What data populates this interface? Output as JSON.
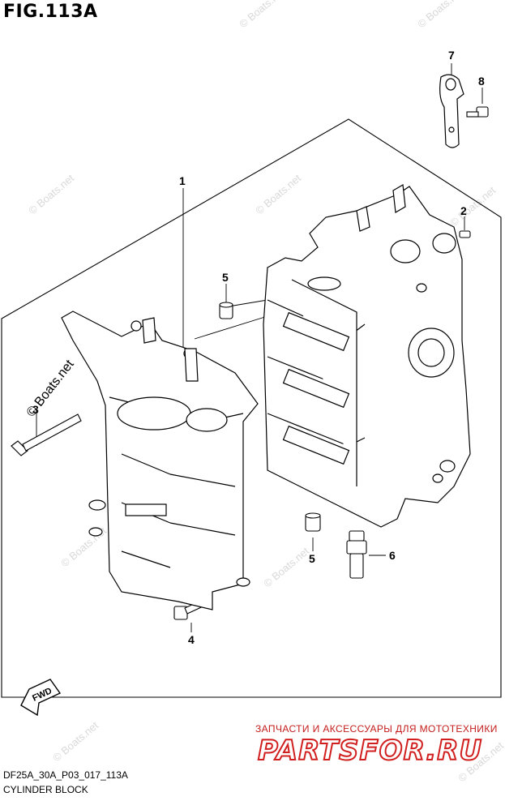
{
  "figure": {
    "title": "FIG.113A"
  },
  "callouts": [
    {
      "id": "callout-1",
      "label": "1"
    },
    {
      "id": "callout-2",
      "label": "2"
    },
    {
      "id": "callout-3",
      "label": "3"
    },
    {
      "id": "callout-4",
      "label": "4"
    },
    {
      "id": "callout-5a",
      "label": "5"
    },
    {
      "id": "callout-5b",
      "label": "5"
    },
    {
      "id": "callout-6",
      "label": "6"
    },
    {
      "id": "callout-7",
      "label": "7"
    },
    {
      "id": "callout-8",
      "label": "8"
    }
  ],
  "fwd_label": "FWD",
  "watermark": "© Boats.net",
  "footer": {
    "code": "DF25A_30A_P03_017_113A",
    "name": "CYLINDER BLOCK"
  },
  "ad": {
    "tagline": "ЗАПЧАСТИ И АКСЕССУАРЫ ДЛЯ МОТОТЕХНИКИ",
    "logo": "PARTSFOR.RU"
  }
}
